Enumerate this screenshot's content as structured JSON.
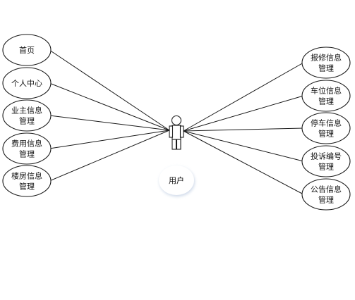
{
  "actor": {
    "label": "用户",
    "icon": "stick-figure-icon"
  },
  "left_use_cases": [
    {
      "id": "home",
      "lines": [
        "首页"
      ]
    },
    {
      "id": "personal-center",
      "lines": [
        "个人中心"
      ]
    },
    {
      "id": "owner-info",
      "lines": [
        "业主信息",
        "管理"
      ]
    },
    {
      "id": "fee-info",
      "lines": [
        "费用信息",
        "管理"
      ]
    },
    {
      "id": "building-info",
      "lines": [
        "楼房信息",
        "管理"
      ]
    }
  ],
  "right_use_cases": [
    {
      "id": "repair-info",
      "lines": [
        "报修信息",
        "管理"
      ]
    },
    {
      "id": "parking-space-info",
      "lines": [
        "车位信息",
        "管理"
      ]
    },
    {
      "id": "parking-info",
      "lines": [
        "停车信息",
        "管理"
      ]
    },
    {
      "id": "complaint-number",
      "lines": [
        "投诉编号",
        "管理"
      ]
    },
    {
      "id": "announcement-info",
      "lines": [
        "公告信息",
        "管理"
      ]
    }
  ],
  "colors": {
    "stroke": "#1a1a1a",
    "background": "#ffffff",
    "actor_label_shadow": "#dde6f2"
  }
}
